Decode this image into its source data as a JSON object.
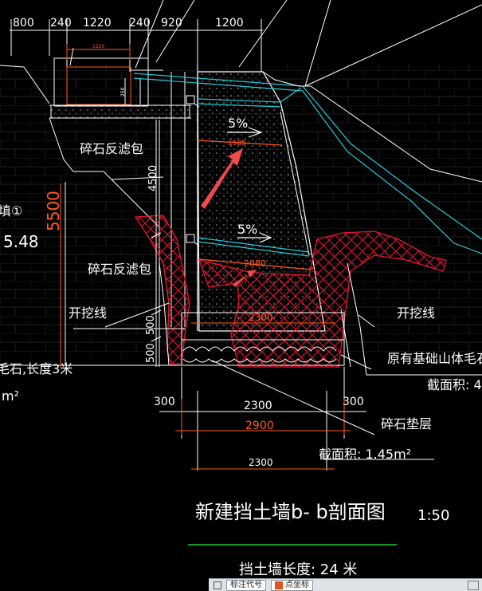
{
  "drawing": {
    "title": "新建挡土墙b- b剖面图",
    "scale": "1:50",
    "wall_length": "挡土墙长度: 24 米"
  },
  "top_dimensions": [
    "800",
    "240",
    "1220",
    "240",
    "920",
    "1200"
  ],
  "small_dims": {
    "inner_width": "1220",
    "ditch_depth": "250"
  },
  "labels": {
    "filter_pack_upper": "碎石反滤包",
    "filter_pack_lower": "碎石反滤包",
    "excavation_left": "开挖线",
    "excavation_right": "开挖线",
    "slope_upper": "5%",
    "slope_lower": "5%",
    "gravel_cushion": "碎石垫层",
    "existing_rock": "原有基础山体毛石",
    "section_area_right": "截面积: 4",
    "section_area_bottom": "截面积: 1.45m²",
    "left_fill_no": "填①",
    "left_value": "5.48",
    "left_stone": "毛石,长度3米",
    "left_unit": "m²"
  },
  "dimensions": {
    "upper_width": "1585",
    "lower_width": "2080",
    "footing_top": "2300",
    "height_main": "4500",
    "height_total": "5500",
    "footing_h1": "500",
    "footing_h2": "500",
    "offset_left": "300",
    "offset_right": "300",
    "base_inner": "2300",
    "base_total": "2900",
    "base_bottom": "2300"
  },
  "statusbar": {
    "combo1": "标注代号",
    "combo2": "点坐标"
  },
  "colors": {
    "background": "#000000",
    "line": "#ffffff",
    "dimension": "#ff5a1f",
    "hatch": "#e8152c",
    "cyan": "#28c8d8",
    "arrow": "#f04a4a",
    "green": "#22c83c"
  }
}
